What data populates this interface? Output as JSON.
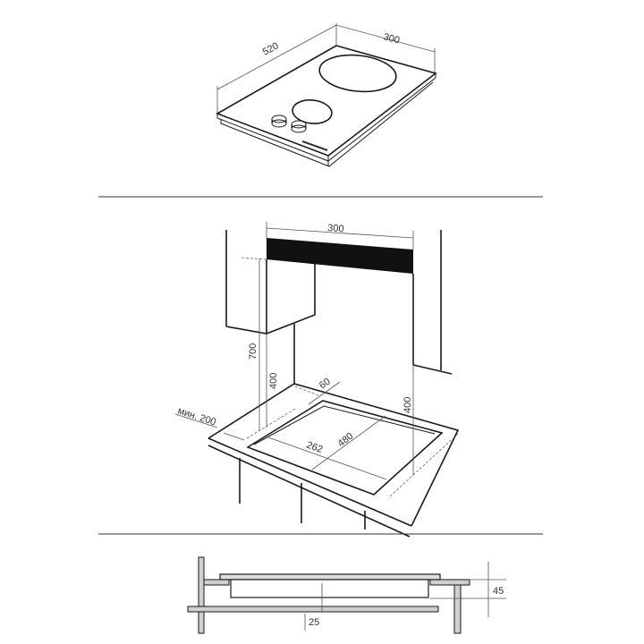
{
  "top_view": {
    "width_label": "520",
    "depth_label": "300"
  },
  "installation_view": {
    "hood_width_label": "300",
    "height_700_label": "700",
    "height_400_left_label": "400",
    "height_400_right_label": "400",
    "back_gap_label": "60",
    "min_side_label": "мин. 200",
    "cutout_depth_label": "262",
    "cutout_width_label": "480"
  },
  "section_view": {
    "depth_label": "45",
    "gap_label": "25"
  },
  "colors": {
    "line": "#1a1a1a",
    "hood": "#111111",
    "hatch": "#cfcfcf"
  }
}
